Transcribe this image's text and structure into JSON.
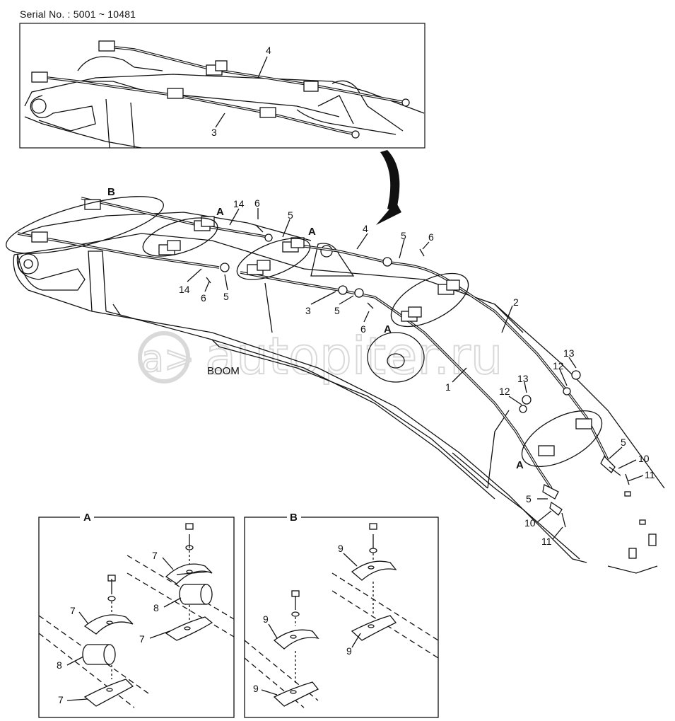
{
  "header": {
    "serial": "Serial No. : 5001 ~ 10481"
  },
  "watermark": "autopiter.ru",
  "boom_label": "BOOM",
  "callouts": {
    "inset_top": [
      "4",
      "3"
    ],
    "main": [
      "B",
      "A",
      "14",
      "6",
      "5",
      "4",
      "5",
      "6",
      "A",
      "14",
      "6",
      "5",
      "3",
      "5",
      "6",
      "A",
      "2",
      "1",
      "13",
      "12",
      "13",
      "12",
      "5",
      "10",
      "11",
      "A",
      "5",
      "10",
      "11"
    ],
    "detail_a": [
      "7",
      "8",
      "7",
      "7",
      "8",
      "7"
    ],
    "detail_b": [
      "9",
      "9",
      "9",
      "9"
    ]
  },
  "detail_titles": {
    "a": "A",
    "b": "B"
  },
  "colors": {
    "line": "#111111",
    "watermark": "#d9d9d9",
    "background": "#ffffff"
  }
}
